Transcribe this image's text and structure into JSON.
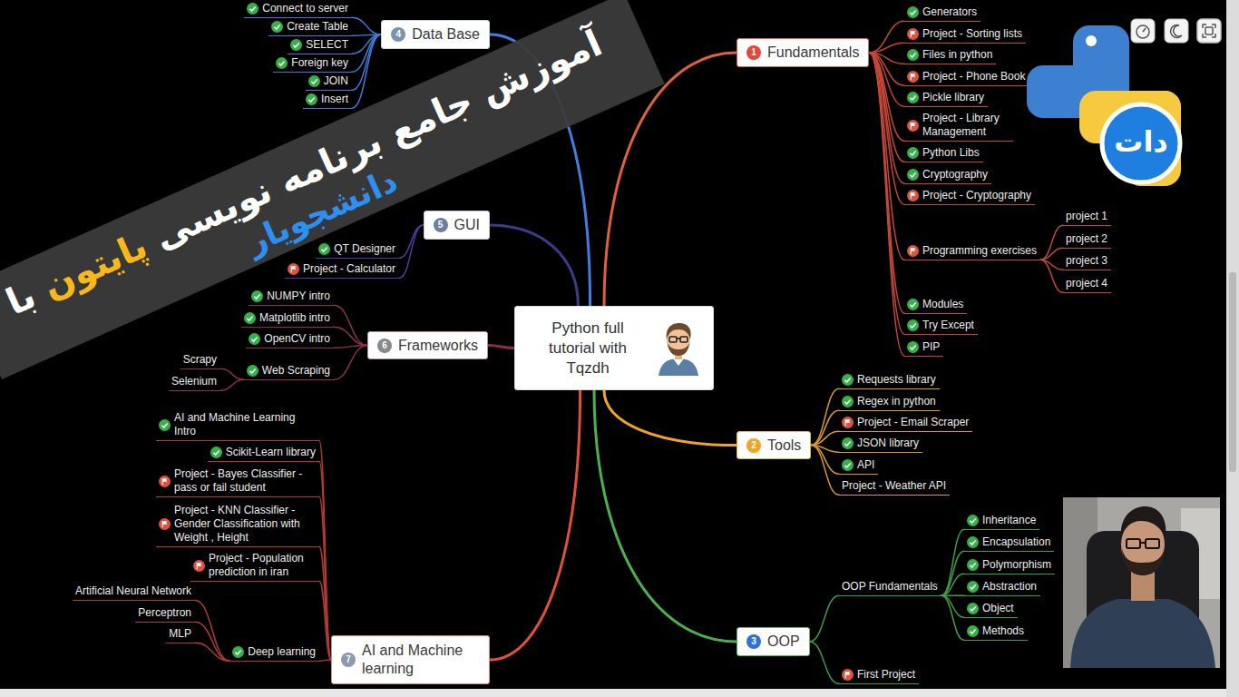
{
  "diagram": {
    "nodes": [
      {
        "text": [
          "Python full tutorial with Tqzdh"
        ]
      },
      {
        "text": [
          "1",
          "Fundamentals"
        ]
      },
      {
        "text": [
          "Generators"
        ]
      },
      {
        "text": [
          "Project - Sorting lists"
        ]
      },
      {
        "text": [
          "Files in python"
        ]
      },
      {
        "text": [
          "Project - Phone Book"
        ]
      },
      {
        "text": [
          "Pickle library"
        ]
      },
      {
        "text": [
          "Project - Library Management"
        ]
      },
      {
        "text": [
          "Python Libs"
        ]
      },
      {
        "text": [
          "Cryptography"
        ]
      },
      {
        "text": [
          "Project - Cryptography"
        ]
      },
      {
        "text": [
          "Programming exercises"
        ]
      },
      {
        "text": [
          "project 1"
        ]
      },
      {
        "text": [
          "project 2"
        ]
      },
      {
        "text": [
          "project 3"
        ]
      },
      {
        "text": [
          "project 4"
        ]
      },
      {
        "text": [
          "Modules"
        ]
      },
      {
        "text": [
          "Try Except"
        ]
      },
      {
        "text": [
          "PIP"
        ]
      },
      {
        "text": [
          "2",
          "Tools"
        ]
      },
      {
        "text": [
          "Requests library"
        ]
      },
      {
        "text": [
          "Regex in python"
        ]
      },
      {
        "text": [
          "Project - Email Scraper"
        ]
      },
      {
        "text": [
          "JSON library"
        ]
      },
      {
        "text": [
          "API"
        ]
      },
      {
        "text": [
          "Project - Weather API"
        ]
      },
      {
        "text": [
          "3",
          "OOP"
        ]
      },
      {
        "text": [
          "OOP Fundamentals"
        ]
      },
      {
        "text": [
          "Inheritance"
        ]
      },
      {
        "text": [
          "Encapsulation"
        ]
      },
      {
        "text": [
          "Polymorphism"
        ]
      },
      {
        "text": [
          "Abstraction"
        ]
      },
      {
        "text": [
          "Object"
        ]
      },
      {
        "text": [
          "Methods"
        ]
      },
      {
        "text": [
          "First Project"
        ]
      },
      {
        "text": [
          "4",
          "Data Base"
        ]
      },
      {
        "text": [
          "Connect to server"
        ]
      },
      {
        "text": [
          "Create Table"
        ]
      },
      {
        "text": [
          "SELECT"
        ]
      },
      {
        "text": [
          "Foreign key"
        ]
      },
      {
        "text": [
          "JOIN"
        ]
      },
      {
        "text": [
          "Insert"
        ]
      },
      {
        "text": [
          "5",
          "GUI"
        ]
      },
      {
        "text": [
          "QT Designer"
        ]
      },
      {
        "text": [
          "Project - Calculator"
        ]
      },
      {
        "text": [
          "6",
          "Frameworks"
        ]
      },
      {
        "text": [
          "NUMPY intro"
        ]
      },
      {
        "text": [
          "Matplotlib intro"
        ]
      },
      {
        "text": [
          "OpenCV intro"
        ]
      },
      {
        "text": [
          "Web Scraping"
        ]
      },
      {
        "text": [
          "Scrapy"
        ]
      },
      {
        "text": [
          "Selenium"
        ]
      },
      {
        "text": [
          "7",
          "AI and Machine learning"
        ]
      },
      {
        "text": [
          "AI and Machine Learning Intro"
        ]
      },
      {
        "text": [
          "Scikit-Learn library"
        ]
      },
      {
        "text": [
          "Project - Bayes Classifier - pass or fail student"
        ]
      },
      {
        "text": [
          "Project - KNN Classifier - Gender Classification with Weight , Height"
        ]
      },
      {
        "text": [
          "Project - Population prediction in iran"
        ]
      },
      {
        "text": [
          "Deep learning"
        ]
      },
      {
        "text": [
          "Artificial Neural Network"
        ]
      },
      {
        "text": [
          "Perceptron"
        ]
      },
      {
        "text": [
          "MLP"
        ]
      }
    ],
    "edges": [
      {
        "from": 0,
        "to": 1,
        "arrow": "none"
      },
      {
        "from": 1,
        "to": 2,
        "arrow": "none"
      },
      {
        "from": 1,
        "to": 3,
        "arrow": "none"
      },
      {
        "from": 1,
        "to": 4,
        "arrow": "none"
      },
      {
        "from": 1,
        "to": 5,
        "arrow": "none"
      },
      {
        "from": 1,
        "to": 6,
        "arrow": "none"
      },
      {
        "from": 1,
        "to": 7,
        "arrow": "none"
      },
      {
        "from": 1,
        "to": 8,
        "arrow": "none"
      },
      {
        "from": 1,
        "to": 9,
        "arrow": "none"
      },
      {
        "from": 1,
        "to": 10,
        "arrow": "none"
      },
      {
        "from": 1,
        "to": 11,
        "arrow": "none"
      },
      {
        "from": 11,
        "to": 12,
        "arrow": "none"
      },
      {
        "from": 11,
        "to": 13,
        "arrow": "none"
      },
      {
        "from": 11,
        "to": 14,
        "arrow": "none"
      },
      {
        "from": 11,
        "to": 15,
        "arrow": "none"
      },
      {
        "from": 1,
        "to": 16,
        "arrow": "none"
      },
      {
        "from": 1,
        "to": 17,
        "arrow": "none"
      },
      {
        "from": 1,
        "to": 18,
        "arrow": "none"
      },
      {
        "from": 0,
        "to": 19,
        "arrow": "none"
      },
      {
        "from": 19,
        "to": 20,
        "arrow": "none"
      },
      {
        "from": 19,
        "to": 21,
        "arrow": "none"
      },
      {
        "from": 19,
        "to": 22,
        "arrow": "none"
      },
      {
        "from": 19,
        "to": 23,
        "arrow": "none"
      },
      {
        "from": 19,
        "to": 24,
        "arrow": "none"
      },
      {
        "from": 19,
        "to": 25,
        "arrow": "none"
      },
      {
        "from": 0,
        "to": 26,
        "arrow": "none"
      },
      {
        "from": 26,
        "to": 27,
        "arrow": "none"
      },
      {
        "from": 27,
        "to": 28,
        "arrow": "none"
      },
      {
        "from": 27,
        "to": 29,
        "arrow": "none"
      },
      {
        "from": 27,
        "to": 30,
        "arrow": "none"
      },
      {
        "from": 27,
        "to": 31,
        "arrow": "none"
      },
      {
        "from": 27,
        "to": 32,
        "arrow": "none"
      },
      {
        "from": 27,
        "to": 33,
        "arrow": "none"
      },
      {
        "from": 26,
        "to": 34,
        "arrow": "none"
      },
      {
        "from": 0,
        "to": 35,
        "arrow": "none"
      },
      {
        "from": 35,
        "to": 36,
        "arrow": "none"
      },
      {
        "from": 35,
        "to": 37,
        "arrow": "none"
      },
      {
        "from": 35,
        "to": 38,
        "arrow": "none"
      },
      {
        "from": 35,
        "to": 39,
        "arrow": "none"
      },
      {
        "from": 35,
        "to": 40,
        "arrow": "none"
      },
      {
        "from": 35,
        "to": 41,
        "arrow": "none"
      },
      {
        "from": 0,
        "to": 42,
        "arrow": "none"
      },
      {
        "from": 42,
        "to": 43,
        "arrow": "none"
      },
      {
        "from": 42,
        "to": 44,
        "arrow": "none"
      },
      {
        "from": 0,
        "to": 45,
        "arrow": "none"
      },
      {
        "from": 45,
        "to": 46,
        "arrow": "none"
      },
      {
        "from": 45,
        "to": 47,
        "arrow": "none"
      },
      {
        "from": 45,
        "to": 48,
        "arrow": "none"
      },
      {
        "from": 45,
        "to": 49,
        "arrow": "none"
      },
      {
        "from": 49,
        "to": 50,
        "arrow": "none"
      },
      {
        "from": 49,
        "to": 51,
        "arrow": "none"
      },
      {
        "from": 0,
        "to": 52,
        "arrow": "none"
      },
      {
        "from": 52,
        "to": 53,
        "arrow": "none"
      },
      {
        "from": 52,
        "to": 54,
        "arrow": "none"
      },
      {
        "from": 52,
        "to": 55,
        "arrow": "none"
      },
      {
        "from": 52,
        "to": 56,
        "arrow": "none"
      },
      {
        "from": 52,
        "to": 57,
        "arrow": "none"
      },
      {
        "from": 52,
        "to": 58,
        "arrow": "none"
      },
      {
        "from": 58,
        "to": 59,
        "arrow": "none"
      },
      {
        "from": 58,
        "to": 60,
        "arrow": "none"
      },
      {
        "from": 58,
        "to": 61,
        "arrow": "none"
      }
    ],
    "labels": [
      "آموزش جامع برنامه نویسی",
      "پایتون",
      "با",
      "دانشجویار",
      "دات"
    ]
  }
}
